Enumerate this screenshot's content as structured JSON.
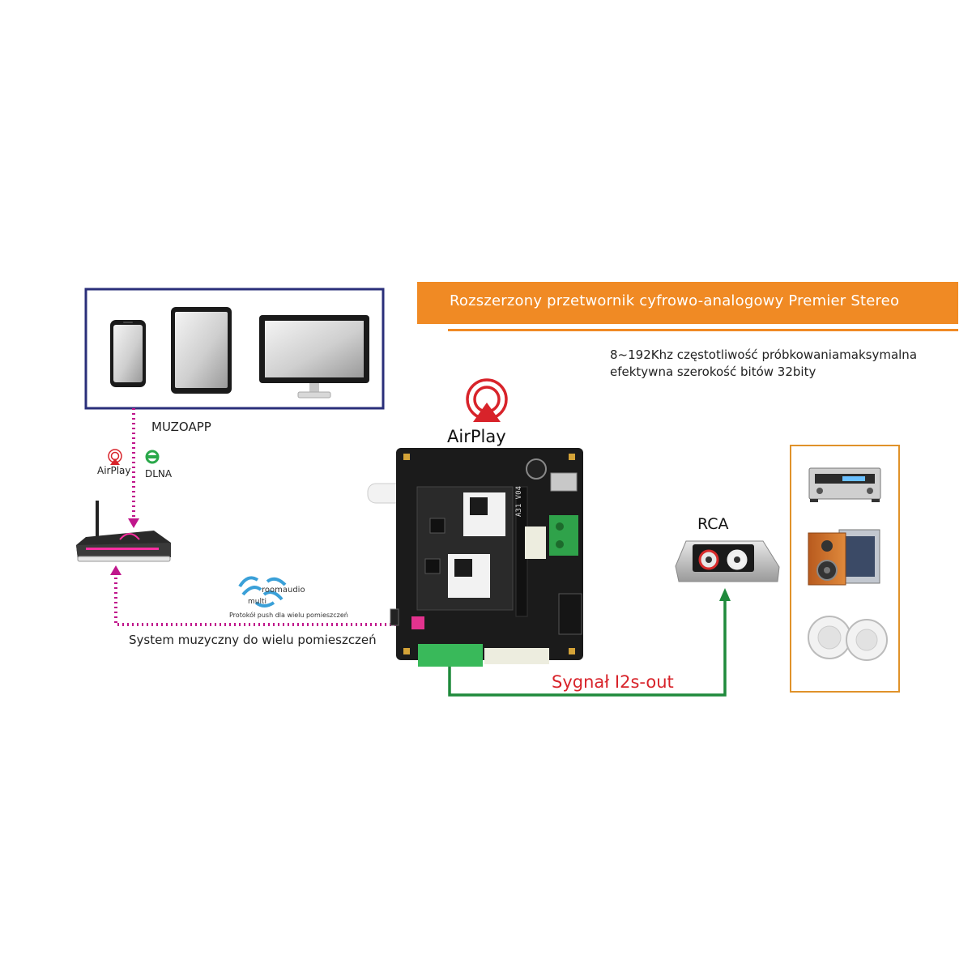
{
  "banner": {
    "title": "Rozszerzony przetwornik cyfrowo-analogowy Premier Stereo"
  },
  "spec": {
    "line1": "8~192Khz częstotliwość próbkowaniamaksymalna",
    "line2": "efektywna szerokość bitów 32bity"
  },
  "devices": {
    "app_label": "MUZOAPP"
  },
  "protocols": {
    "airplay_small": "AirPlay",
    "dlna": "DLNA",
    "airplay_large": "AirPlay"
  },
  "multiroom": {
    "logo_word_1": "roomaudio",
    "logo_word_2": "multi",
    "caption": "Protokół push dla wielu pomieszczeń",
    "system_label": "System muzyczny do wielu pomieszczeń"
  },
  "board": {
    "model": "A31 V04"
  },
  "output": {
    "rca_label": "RCA",
    "signal_label": "Sygnał I2s-out"
  },
  "colors": {
    "accent_orange": "#f08a24",
    "link_magenta": "#c0168c",
    "link_green": "#1f8a3c",
    "signal_red": "#d8232a",
    "frame_blue": "#2a2f7a",
    "frame_orange": "#e0922a"
  }
}
